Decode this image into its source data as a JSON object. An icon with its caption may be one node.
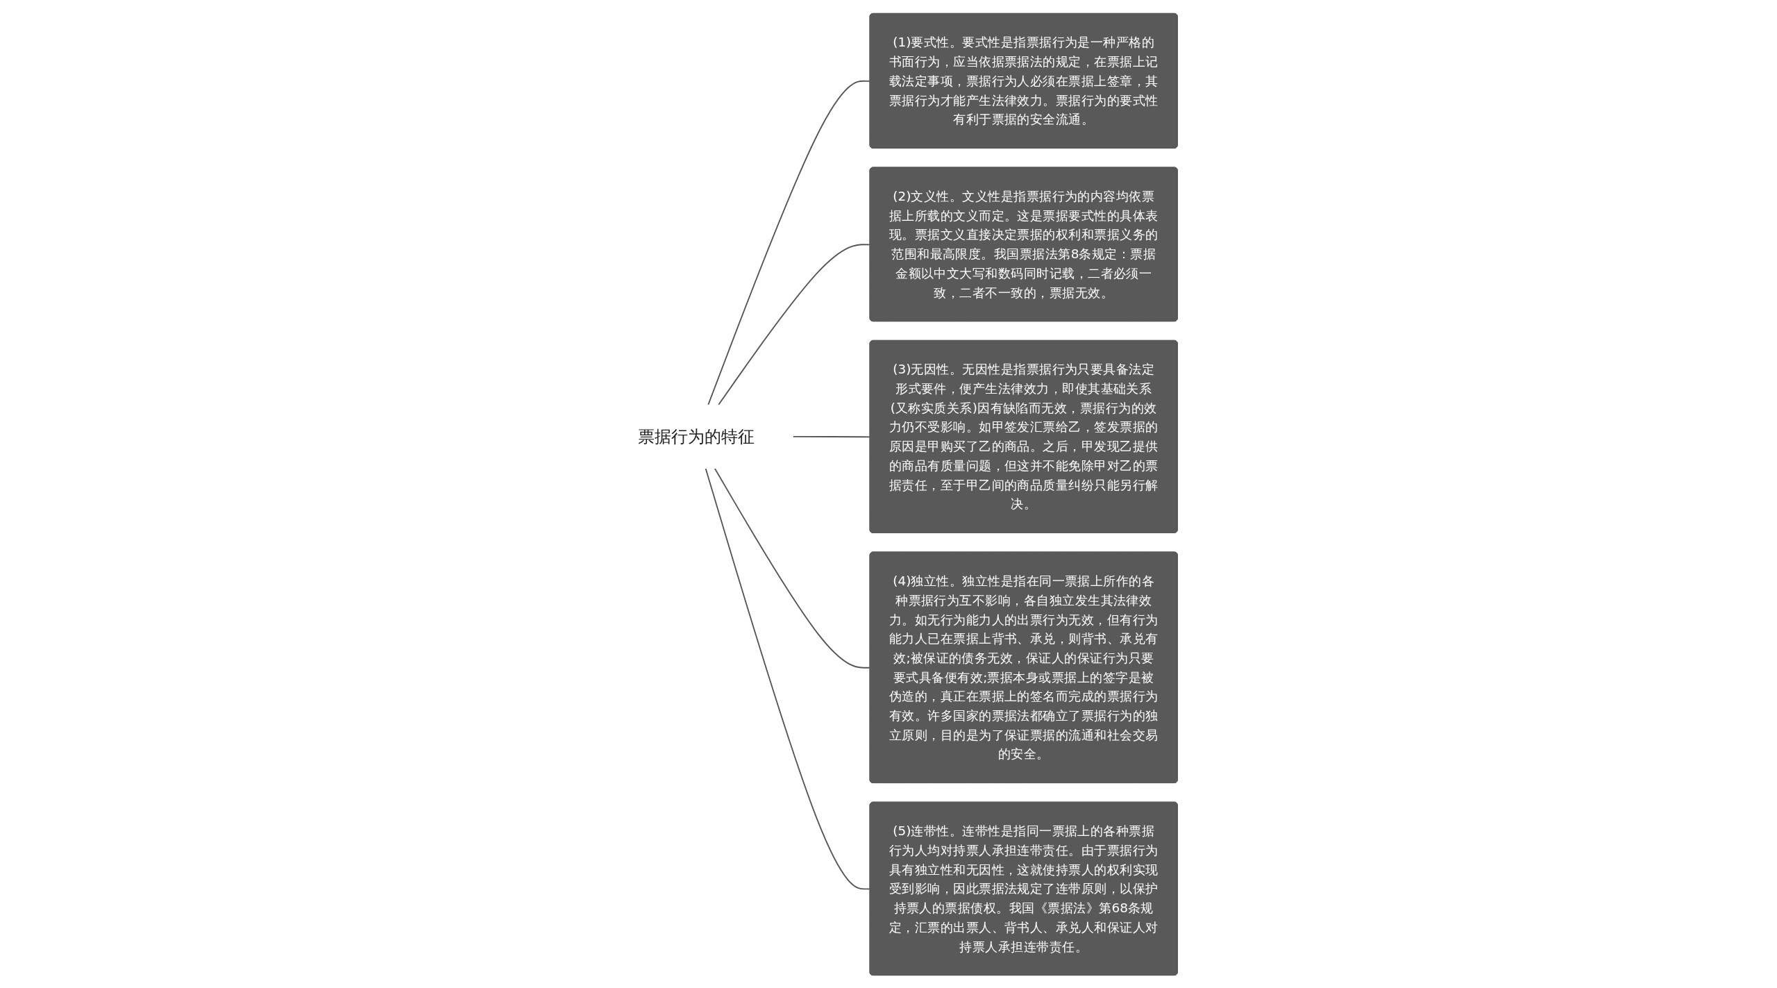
{
  "diagram": {
    "nodes": [
      {
        "text": [
          "票据行为的特征"
        ]
      },
      {
        "text": [
          "(1)要式性。要式性是指票据行为是一种严格的书面行为，应当依据票据法的规定，在票据上记载法定事项，票据行为人必须在票据上签章，其票据行为才能产生法律效力。票据行为的要式性有利于票据的安全流通。"
        ]
      },
      {
        "text": [
          "(2)文义性。文义性是指票据行为的内容均依票据上所载的文义而定。这是票据要式性的具体表现。票据文义直接决定票据的权利和票据义务的范围和最高限度。我国票据法第8条规定：票据金额以中文大写和数码同时记载，二者必须一致，二者不一致的，票据无效。"
        ]
      },
      {
        "text": [
          "(3)无因性。无因性是指票据行为只要具备法定形式要件，便产生法律效力，即使其基础关系(又称实质关系)因有缺陷而无效，票据行为的效力仍不受影响。如甲签发汇票给乙，签发票据的原因是甲购买了乙的商品。之后，甲发现乙提供的商品有质量问题，但这并不能免除甲对乙的票据责任，至于甲乙间的商品质量纠纷只能另行解决。"
        ]
      },
      {
        "text": [
          "(4)独立性。独立性是指在同一票据上所作的各种票据行为互不影响，各自独立发生其法律效力。如无行为能力人的出票行为无效，但有行为能力人已在票据上背书、承兑，则背书、承兑有效;被保证的债务无效，保证人的保证行为只要要式具备便有效;票据本身或票据上的签字是被伪造的，真正在票据上的签名而完成的票据行为有效。许多国家的票据法都确立了票据行为的独立原则，目的是为了保证票据的流通和社会交易的安全。"
        ]
      },
      {
        "text": [
          "(5)连带性。连带性是指同一票据上的各种票据行为人均对持票人承担连带责任。由于票据行为具有独立性和无因性，这就使持票人的权利实现受到影响，因此票据法规定了连带原则，以保护持票人的票据债权。我国《票据法》第68条规定，汇票的出票人、背书人、承兑人和保证人对持票人承担连带责任。"
        ]
      }
    ],
    "edges": [
      {
        "from": 0,
        "to": 1,
        "arrow": "none"
      },
      {
        "from": 0,
        "to": 2,
        "arrow": "none"
      },
      {
        "from": 0,
        "to": 3,
        "arrow": "none"
      },
      {
        "from": 0,
        "to": 4,
        "arrow": "none"
      },
      {
        "from": 0,
        "to": 5,
        "arrow": "none"
      }
    ]
  }
}
